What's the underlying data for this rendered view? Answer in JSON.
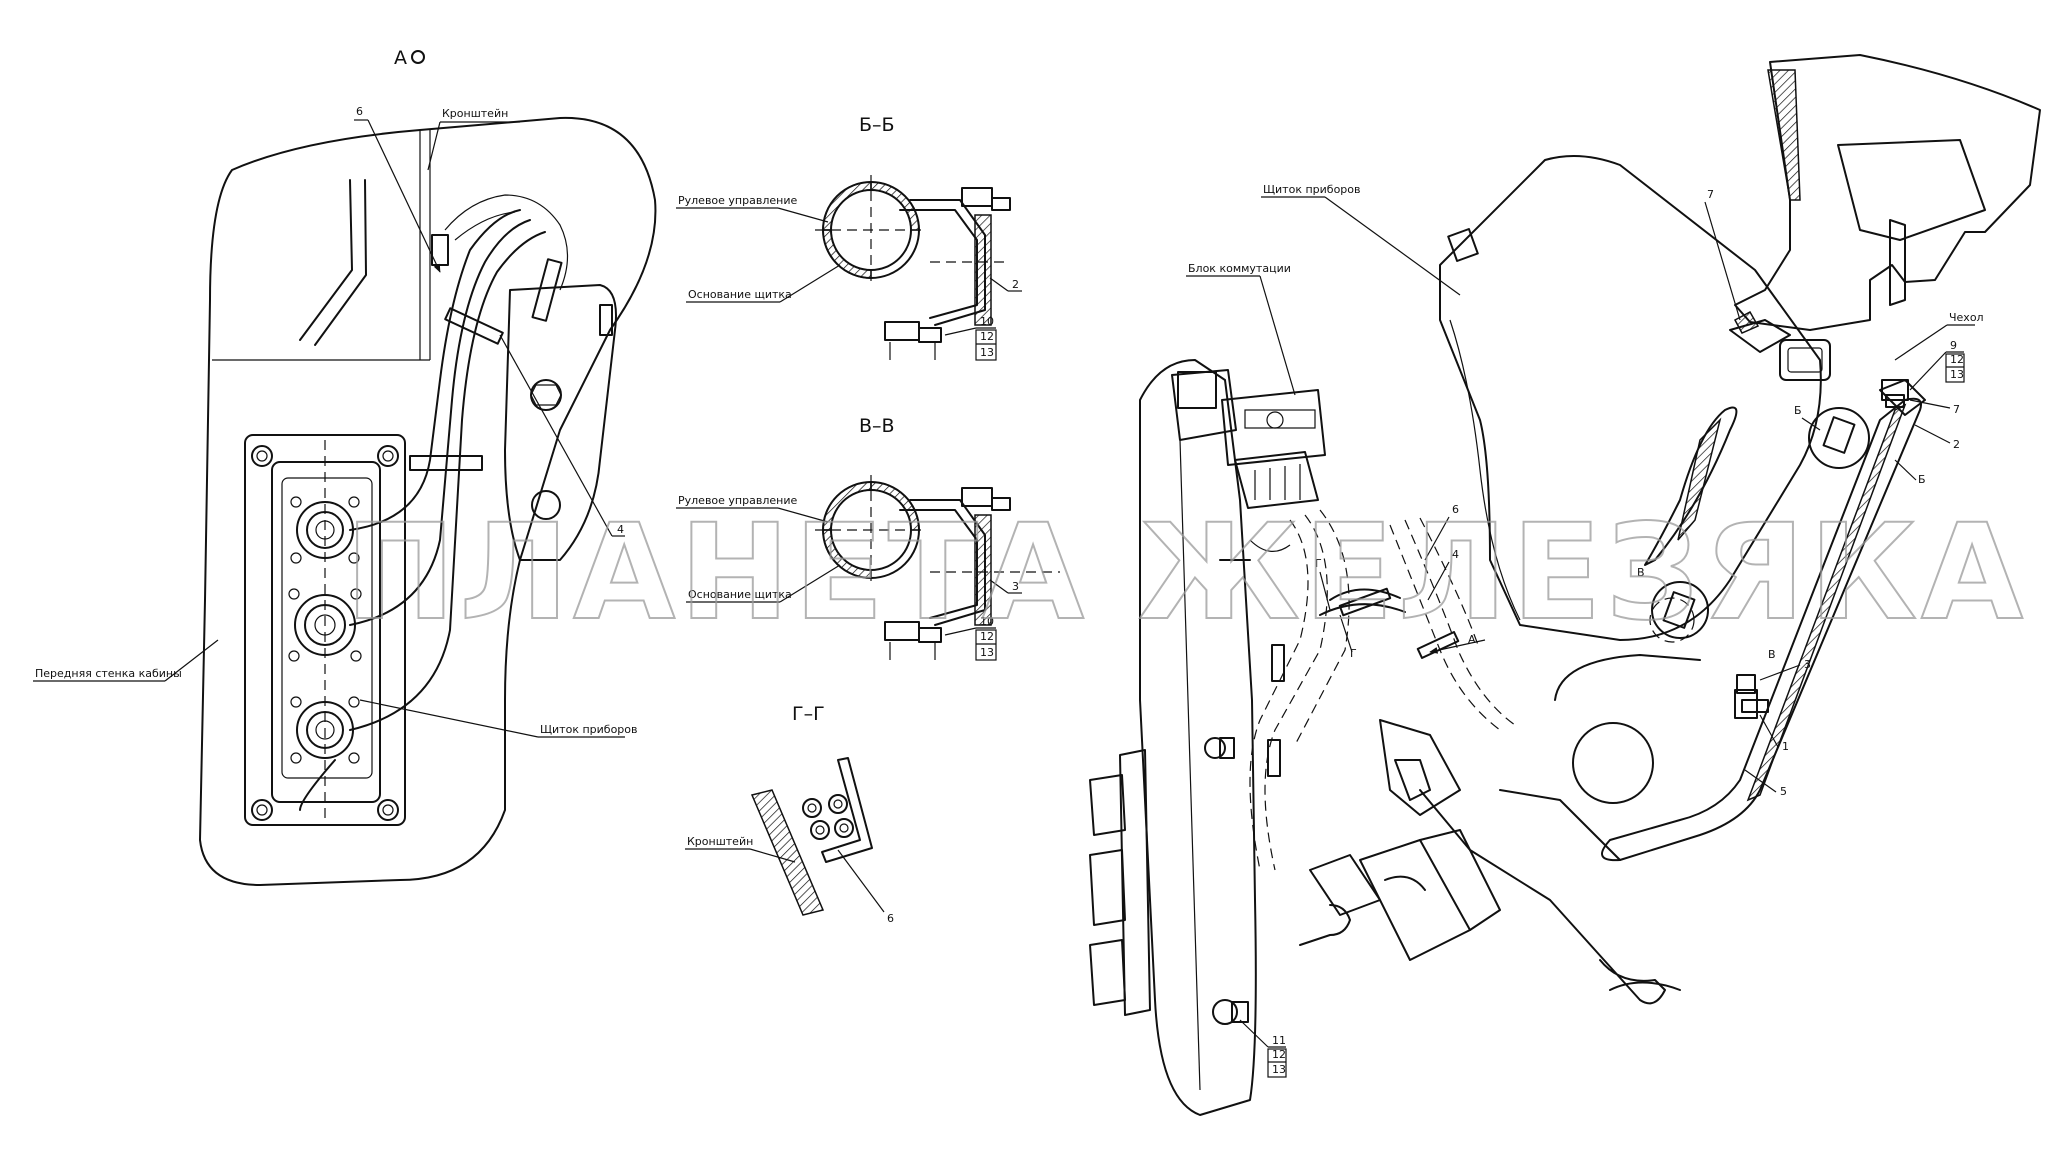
{
  "views": {
    "view_a": "А",
    "section_bb": "Б–Б",
    "section_vv": "В–В",
    "section_gg": "Г–Г"
  },
  "labels": {
    "bracket_top": "Кронштейн",
    "front_wall": "Передняя стенка кабины",
    "dashboard_left": "Щиток приборов",
    "steering_bb": "Рулевое управление",
    "panel_base_bb": "Основание щитка",
    "steering_vv": "Рулевое управление",
    "panel_base_vv": "Основание щитка",
    "bracket_gg": "Кронштейн",
    "dashboard_right": "Щиток приборов",
    "switch_block": "Блок коммутации",
    "cover": "Чехол"
  },
  "callouts": {
    "a_6": "6",
    "a_4": "4",
    "bb_2": "2",
    "bb_stack": [
      "10",
      "12",
      "13"
    ],
    "vv_3": "3",
    "vv_stack": [
      "10",
      "12",
      "13"
    ],
    "gg_6": "6",
    "r_7_top": "7",
    "r_stack_9": [
      "9",
      "12",
      "13"
    ],
    "r_7": "7",
    "r_2": "2",
    "r_b": "Б",
    "r_b_small": "Б",
    "r_v": "В",
    "r_v2": "В",
    "r_3": "3",
    "r_1": "1",
    "r_5": "5",
    "r_6": "6",
    "r_4": "4",
    "r_g1": "Г",
    "r_g2": "Г",
    "r_a": "А",
    "r_stack_11": [
      "11",
      "12",
      "13"
    ]
  },
  "watermark": "ПЛАНЕТА ЖЕЛЕЗЯКА"
}
